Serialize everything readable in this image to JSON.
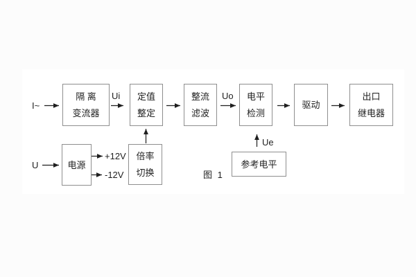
{
  "figure": {
    "caption": "图 1"
  },
  "labels": {
    "input_current": "I~",
    "input_voltage": "U",
    "ui": "Ui",
    "uo": "Uo",
    "ue": "Ue",
    "plus12v": "+12V",
    "minus12v": "-12V"
  },
  "blocks": {
    "isolation": {
      "line1": "隔 离",
      "line2": "变流器"
    },
    "setting": {
      "line1": "定值",
      "line2": "整定"
    },
    "rectify_filter": {
      "line1": "整流",
      "line2": "滤波"
    },
    "level_detect": {
      "line1": "电平",
      "line2": "检测"
    },
    "drive": {
      "line1": "驱动"
    },
    "output_relay": {
      "line1": "出口",
      "line2": "继电器"
    },
    "power": {
      "line1": "电源"
    },
    "ratio_switch": {
      "line1": "倍率",
      "line2": "切换"
    },
    "reference_level": {
      "line1": "参考电平"
    }
  },
  "colors": {
    "line": "#1f1f1f",
    "box_border": "#8e8e8e",
    "background": "#fcfcfc",
    "panel": "#ffffff"
  }
}
